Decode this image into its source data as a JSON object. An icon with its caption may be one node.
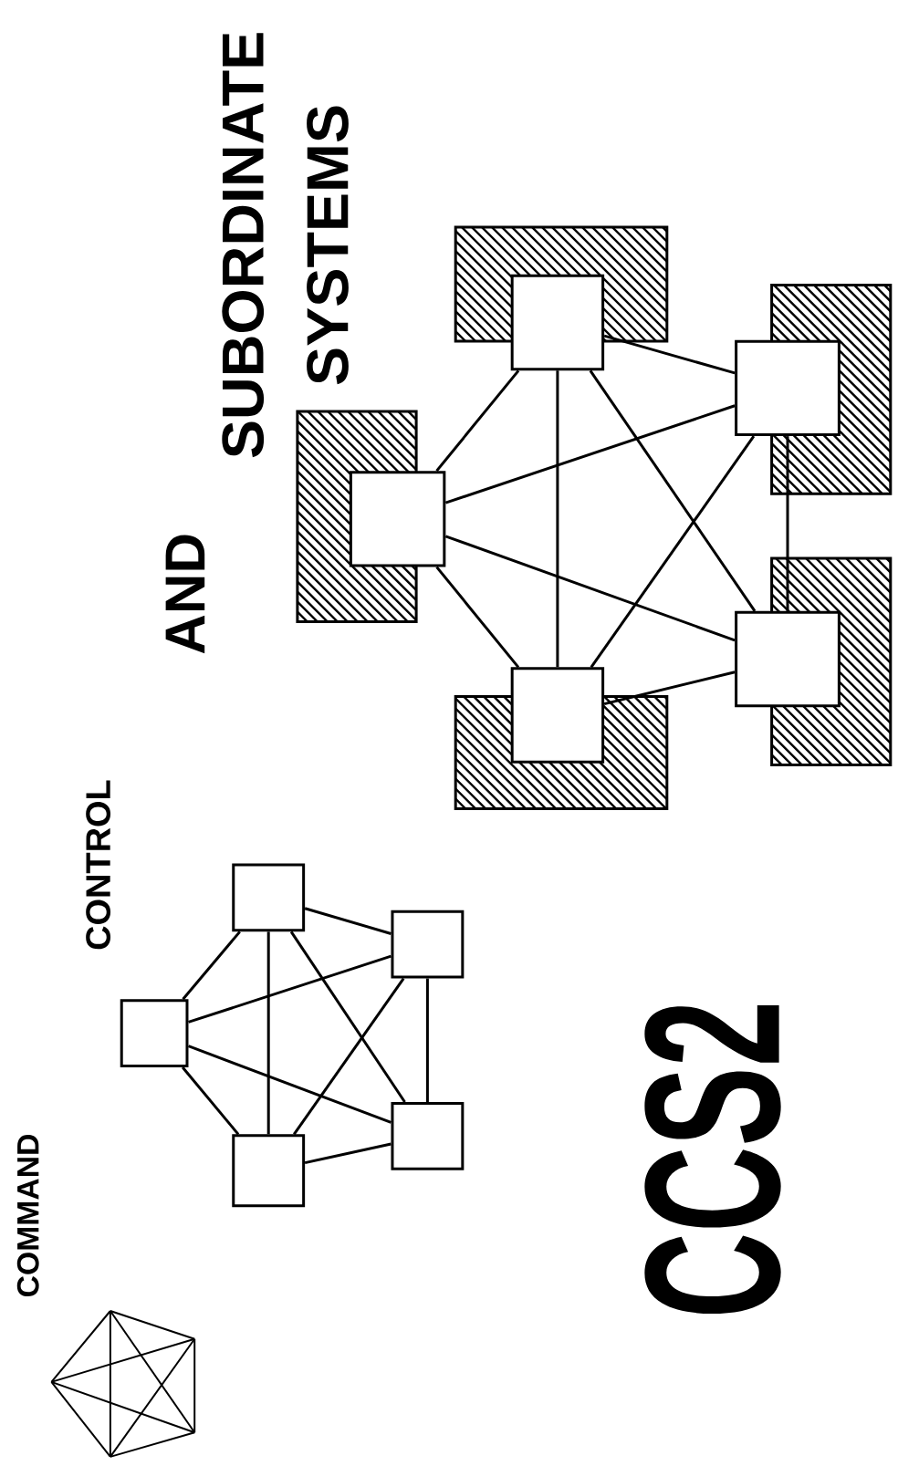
{
  "diagram": {
    "nodes": [
      {
        "text": [],
        "shape": "box"
      },
      {
        "text": [],
        "shape": "box"
      },
      {
        "text": [],
        "shape": "box"
      },
      {
        "text": [],
        "shape": "box"
      },
      {
        "text": [],
        "shape": "box"
      },
      {
        "text": [],
        "shape": "box"
      },
      {
        "text": [],
        "shape": "box"
      },
      {
        "text": [],
        "shape": "box"
      },
      {
        "text": [],
        "shape": "box"
      },
      {
        "text": [],
        "shape": "box"
      }
    ],
    "edges": [
      {
        "from": 0,
        "to": 1,
        "arrow": "none"
      },
      {
        "from": 0,
        "to": 2,
        "arrow": "none"
      },
      {
        "from": 0,
        "to": 3,
        "arrow": "none"
      },
      {
        "from": 0,
        "to": 4,
        "arrow": "none"
      },
      {
        "from": 1,
        "to": 2,
        "arrow": "none"
      },
      {
        "from": 1,
        "to": 3,
        "arrow": "none"
      },
      {
        "from": 1,
        "to": 4,
        "arrow": "none"
      },
      {
        "from": 2,
        "to": 3,
        "arrow": "none"
      },
      {
        "from": 2,
        "to": 4,
        "arrow": "none"
      },
      {
        "from": 3,
        "to": 4,
        "arrow": "none"
      },
      {
        "from": 5,
        "to": 6,
        "arrow": "none"
      },
      {
        "from": 5,
        "to": 7,
        "arrow": "none"
      },
      {
        "from": 5,
        "to": 8,
        "arrow": "none"
      },
      {
        "from": 5,
        "to": 9,
        "arrow": "none"
      },
      {
        "from": 6,
        "to": 7,
        "arrow": "none"
      },
      {
        "from": 6,
        "to": 8,
        "arrow": "none"
      },
      {
        "from": 6,
        "to": 9,
        "arrow": "none"
      },
      {
        "from": 7,
        "to": 8,
        "arrow": "none"
      },
      {
        "from": 7,
        "to": 9,
        "arrow": "none"
      },
      {
        "from": 8,
        "to": 9,
        "arrow": "none"
      }
    ],
    "labels": [
      "COMMAND",
      "CONTROL",
      "AND",
      "SUBORDINATE SYSTEMS",
      "CCS2"
    ]
  }
}
